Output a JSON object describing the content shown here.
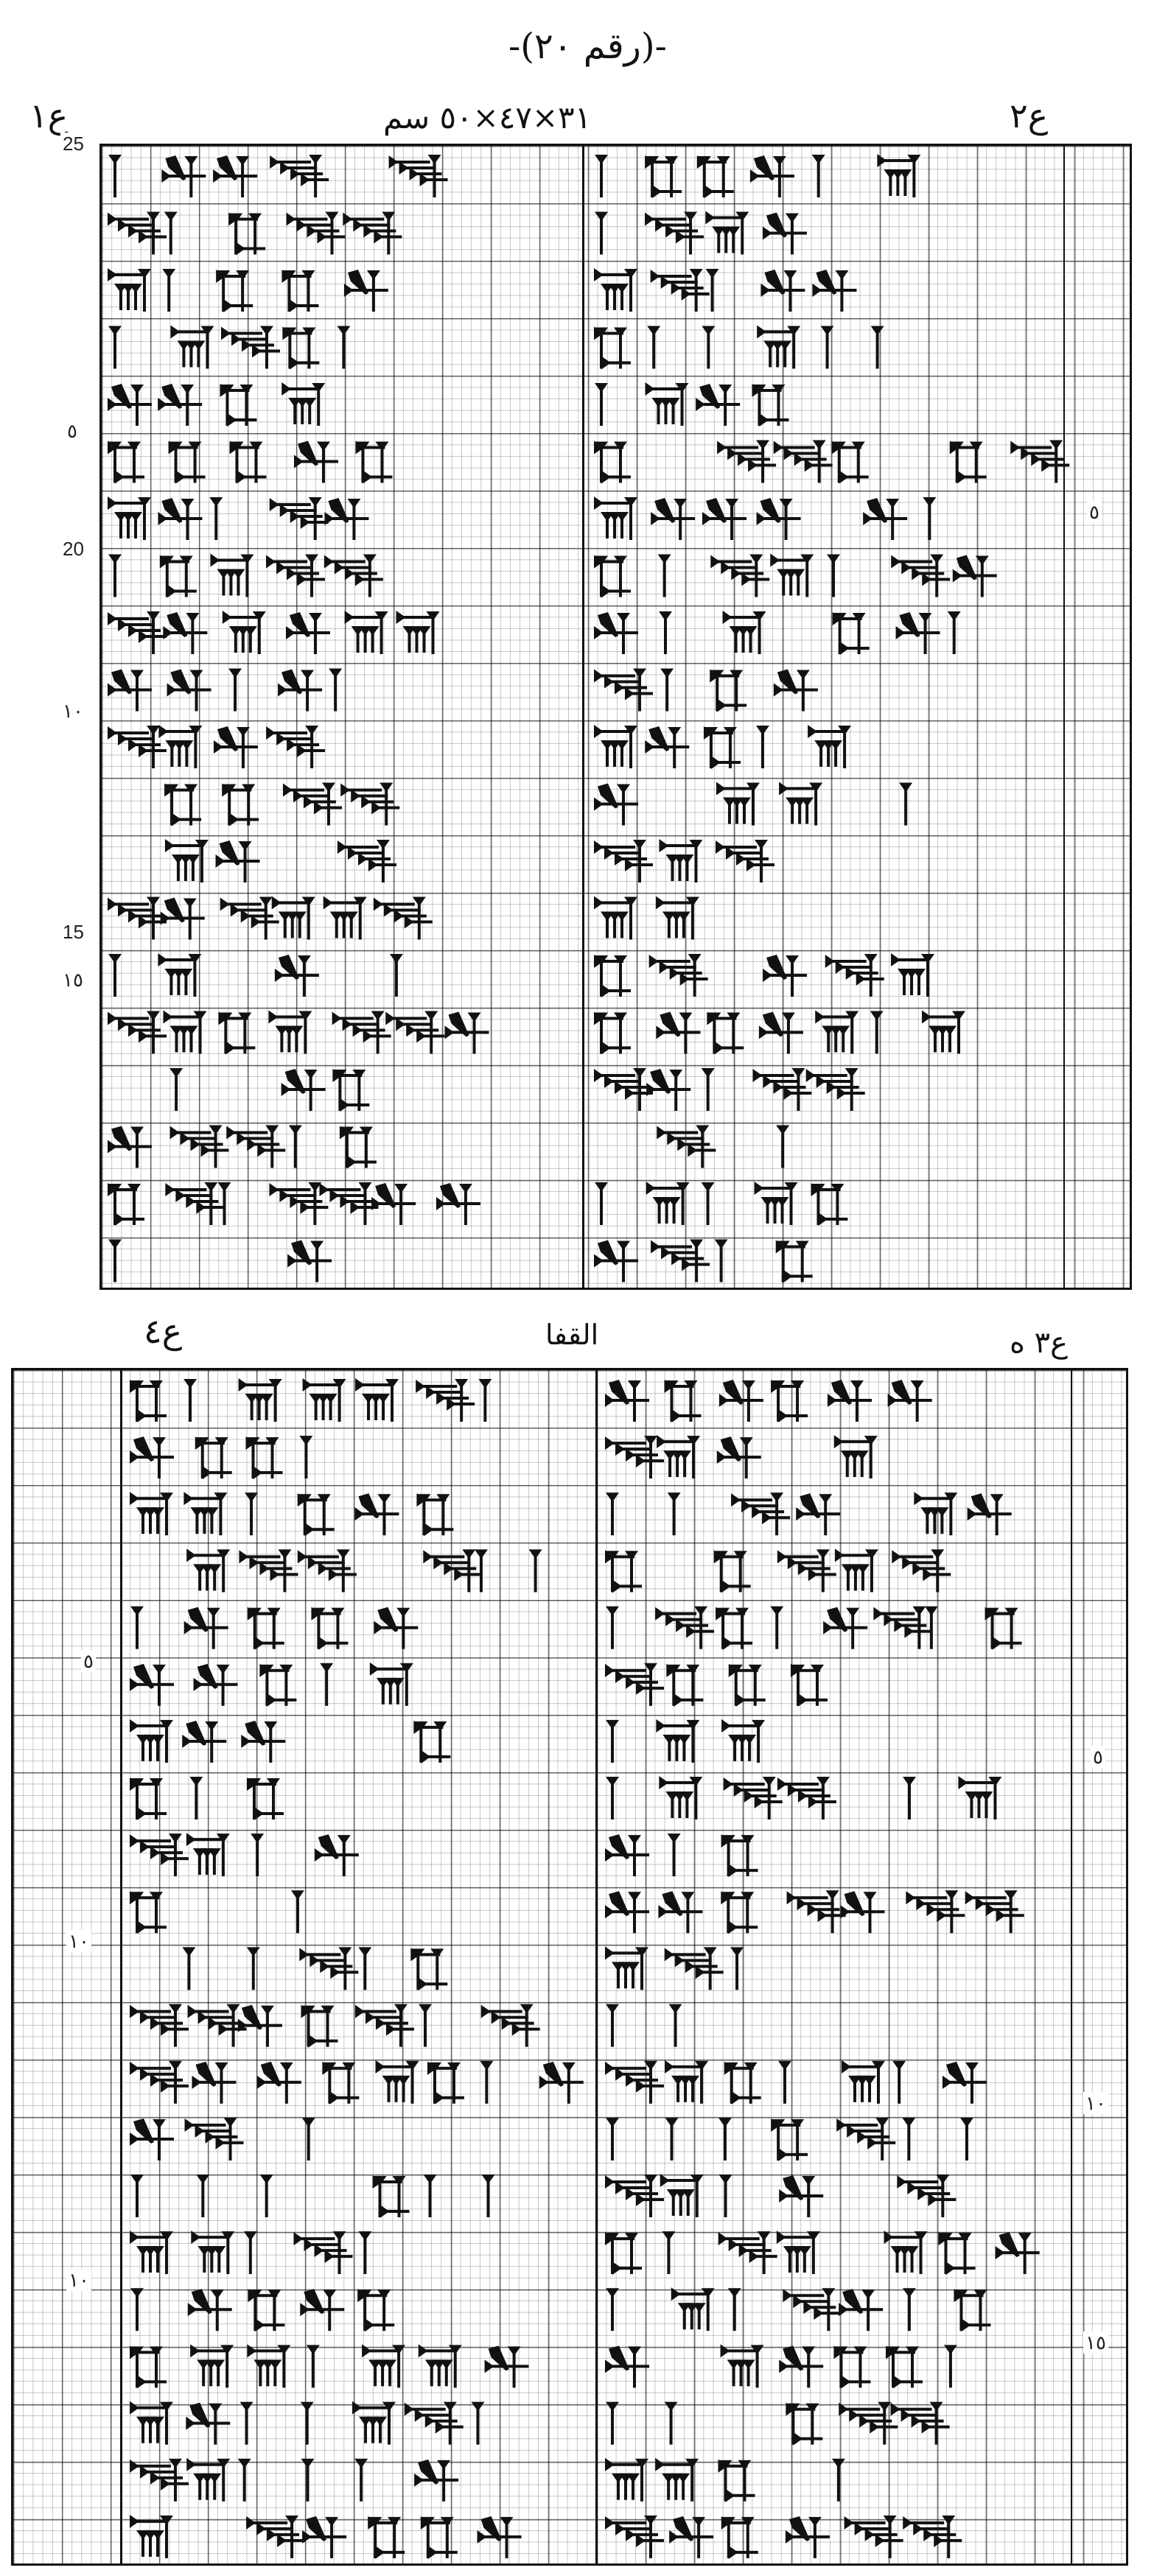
{
  "page_header": "-(رقم ٢٠)-",
  "obverse": {
    "label_left": "ع١",
    "label_right": "ع٢",
    "dimensions": "٣١×٤٧×٥٠ سم",
    "line_numbers_left": [
      "25",
      "٥",
      "20",
      "١٠",
      "15",
      "١٥"
    ],
    "line_numbers_right": [
      "٥"
    ]
  },
  "reverse": {
    "label_left": "ع٤",
    "label_center": "القفا",
    "label_right": "ع٣ ه",
    "line_numbers_left": [
      "٥",
      "١٠",
      "١٠"
    ],
    "line_numbers_right": [
      "٥",
      "١٠",
      "١٥"
    ]
  }
}
